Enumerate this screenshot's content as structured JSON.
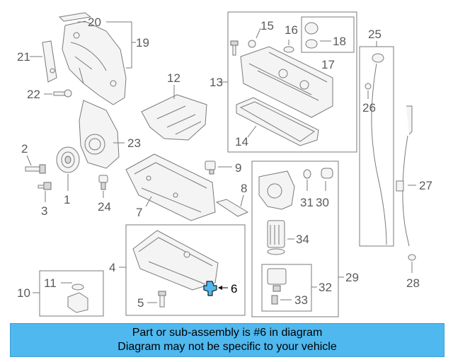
{
  "callouts": {
    "c1": "1",
    "c2": "2",
    "c3": "3",
    "c4": "4",
    "c5": "5",
    "c6": "6",
    "c7": "7",
    "c8": "8",
    "c9": "9",
    "c10": "10",
    "c11": "11",
    "c12": "12",
    "c13": "13",
    "c14": "14",
    "c15": "15",
    "c16": "16",
    "c17": "17",
    "c18": "18",
    "c19": "19",
    "c20": "20",
    "c21": "21",
    "c22": "22",
    "c23": "23",
    "c24": "24",
    "c25": "25",
    "c26": "26",
    "c27": "27",
    "c28": "28",
    "c29": "29",
    "c30": "30",
    "c31": "31",
    "c32": "32",
    "c33": "33",
    "c34": "34"
  },
  "highlight": {
    "part_number": "6",
    "color": "#4fb8ee"
  },
  "banner": {
    "line1": "Part or sub-assembly is #6 in diagram",
    "line2": "Diagram may not be specific to your vehicle"
  }
}
